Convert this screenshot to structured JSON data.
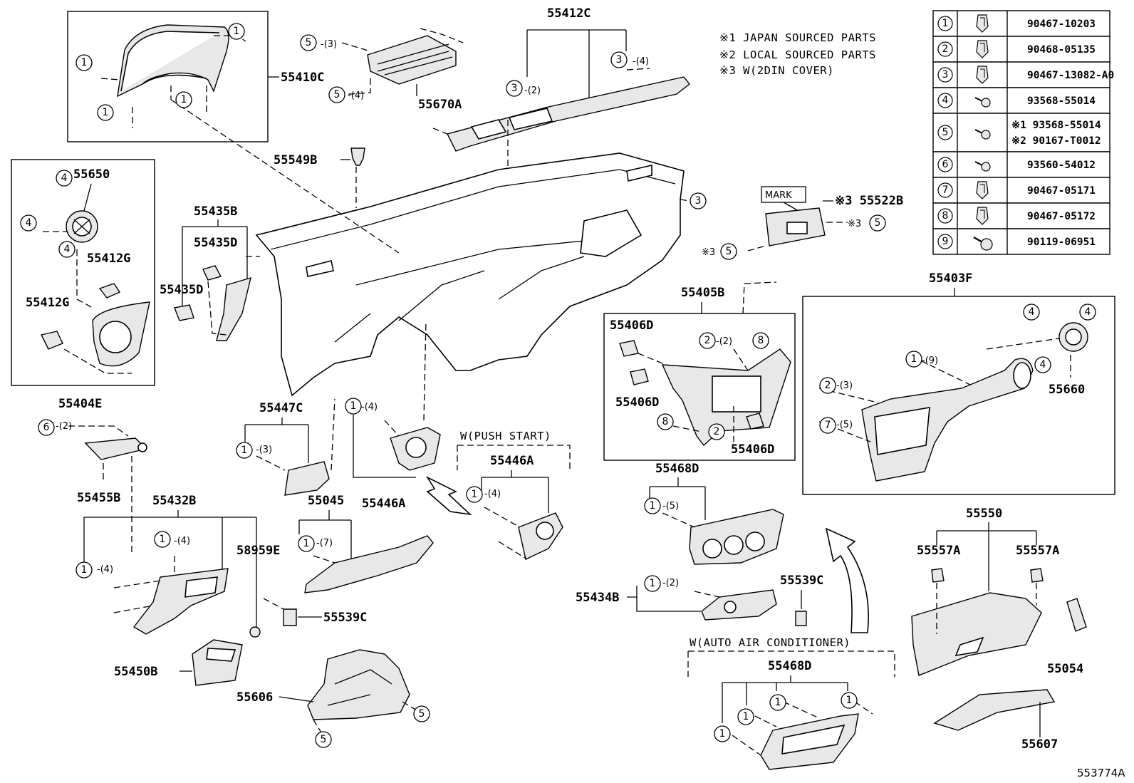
{
  "notes": [
    "※1 JAPAN SOURCED PARTS",
    "※2 LOCAL SOURCED PARTS",
    "※3 W(2DIN COVER)"
  ],
  "fastener_table": [
    {
      "ref": "1",
      "part": "90467-10203",
      "icon": "clip-icon"
    },
    {
      "ref": "2",
      "part": "90468-05135",
      "icon": "clip-icon"
    },
    {
      "ref": "3",
      "part": "90467-13082-A0",
      "icon": "clip-icon"
    },
    {
      "ref": "4",
      "part": "93568-55014",
      "icon": "screw-icon"
    },
    {
      "ref": "5",
      "part": "※1 93568-55014",
      "part2": "※2 90167-T0012",
      "icon": "screw-icon"
    },
    {
      "ref": "6",
      "part": "93560-54012",
      "icon": "screw-icon"
    },
    {
      "ref": "7",
      "part": "90467-05171",
      "icon": "clip-icon"
    },
    {
      "ref": "8",
      "part": "90467-05172",
      "icon": "clip-icon"
    },
    {
      "ref": "9",
      "part": "90119-06951",
      "icon": "bolt-icon"
    }
  ],
  "part_labels": {
    "p55410C": "55410C",
    "p55670A": "55670A",
    "p55412C": "55412C",
    "p55549B": "55549B",
    "p55650": "55650",
    "p55412G_a": "55412G",
    "p55412G_b": "55412G",
    "p55404E": "55404E",
    "p55435B": "55435B",
    "p55435D_a": "55435D",
    "p55435D_b": "55435D",
    "p55522B": "※3 55522B",
    "p55405B": "55405B",
    "p55406D_a": "55406D",
    "p55406D_b": "55406D",
    "p55406D_c": "55406D",
    "p55403F": "55403F",
    "p55660": "55660",
    "p55447C": "55447C",
    "p55455B": "55455B",
    "p55446A_a": "55446A",
    "p55446A_b": "55446A",
    "p55432B": "55432B",
    "p55045": "55045",
    "p58959E": "58959E",
    "p55468D_a": "55468D",
    "p55539C_a": "55539C",
    "p55539C_b": "55539C",
    "p55434B": "55434B",
    "p55550": "55550",
    "p55557A_a": "55557A",
    "p55557A_b": "55557A",
    "p55450B": "55450B",
    "p55606": "55606",
    "p55468D_b": "55468D",
    "p55054": "55054",
    "p55607": "55607"
  },
  "variant_labels": {
    "push_start": "W(PUSH START)",
    "auto_ac": "W(AUTO AIR CONDITIONER)"
  },
  "mark_label": "MARK",
  "ref3_a": "※3",
  "ref3_b": "※3",
  "qty": {
    "q5_3": "-(3)",
    "q5_4": "-(4)",
    "q3_2": "-(2)",
    "q3_4": "-(4)",
    "q2_2": "-(2)",
    "q1_9": "-(9)",
    "q2_3": "-(3)",
    "q7_5": "-(5)",
    "q6_2": "-(2)",
    "q1_4a": "-(4)",
    "q1_3": "-(3)",
    "q1_4b": "-(4)",
    "q1_5": "-(5)",
    "q1_4c": "-(4)",
    "q1_4d": "-(4)",
    "q1_7": "-(7)",
    "q1_2": "-(2)"
  },
  "diagram_id": "553774A"
}
